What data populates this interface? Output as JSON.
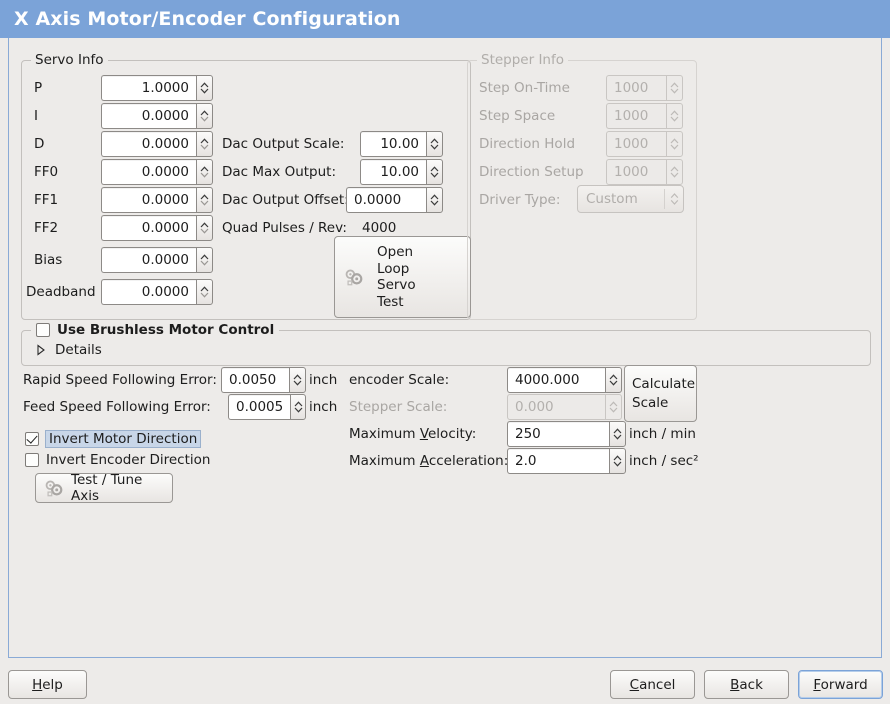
{
  "window": {
    "title": "X Axis Motor/Encoder Configuration",
    "title_bar_color": "#7ba3d8",
    "background_color": "#edebe9"
  },
  "servo_info": {
    "legend": "Servo Info",
    "rows": [
      {
        "label": "P",
        "value": "1.0000"
      },
      {
        "label": "I",
        "value": "0.0000"
      },
      {
        "label": "D",
        "value": "0.0000"
      },
      {
        "label": "FF0",
        "value": "0.0000"
      },
      {
        "label": "FF1",
        "value": "0.0000"
      },
      {
        "label": "FF2",
        "value": "0.0000"
      },
      {
        "label": "Bias",
        "value": "0.0000"
      },
      {
        "label": "Deadband",
        "value": "0.0000"
      }
    ],
    "dac": [
      {
        "label": "Dac Output Scale:",
        "value": "10.00"
      },
      {
        "label": "Dac Max Output:",
        "value": "10.00"
      },
      {
        "label": "Dac Output Offset:",
        "value": "0.0000"
      }
    ],
    "quad_pulses_label": "Quad Pulses / Rev:",
    "quad_pulses_value": "4000",
    "open_loop_button": {
      "line1": "Open",
      "line2": "Loop",
      "line3": "Servo",
      "line4": "Test",
      "icon": "gears-icon"
    }
  },
  "stepper_info": {
    "legend": "Stepper Info",
    "disabled": true,
    "rows": [
      {
        "label": "Step On-Time",
        "value": "1000"
      },
      {
        "label": "Step Space",
        "value": "1000"
      },
      {
        "label": "Direction Hold",
        "value": "1000"
      },
      {
        "label": "Direction Setup",
        "value": "1000"
      }
    ],
    "driver_type_label": "Driver Type:",
    "driver_type_value": "Custom"
  },
  "brushless": {
    "checkbox_label": "Use Brushless Motor Control",
    "checked": false,
    "details_label": "Details",
    "details_expanded": false
  },
  "following_error": {
    "rapid_label": "Rapid Speed Following Error:",
    "rapid_value": "0.0050",
    "rapid_unit": "inch",
    "feed_label": "Feed Speed Following Error:",
    "feed_value": "0.0005",
    "feed_unit": "inch"
  },
  "direction": {
    "invert_motor_label": "Invert Motor Direction",
    "invert_motor_checked": true,
    "invert_encoder_label": "Invert Encoder Direction",
    "invert_encoder_checked": false,
    "test_tune_label": "Test / Tune Axis"
  },
  "scale": {
    "encoder_label": "encoder Scale:",
    "encoder_value": "4000.000",
    "stepper_label": "Stepper Scale:",
    "stepper_value": "0.000",
    "stepper_disabled": true,
    "calculate_line1": "Calculate",
    "calculate_line2": "Scale",
    "max_velocity_label_pre": "Maximum ",
    "max_velocity_label_mn": "V",
    "max_velocity_label_post": "elocity:",
    "max_velocity_value": "250",
    "max_velocity_unit": "inch / min",
    "max_accel_label_pre": "Maximum ",
    "max_accel_label_mn": "A",
    "max_accel_label_post": "cceleration:",
    "max_accel_value": "2.0",
    "max_accel_unit": "inch / sec²"
  },
  "footer": {
    "help_mn": "H",
    "help_rest": "elp",
    "cancel_mn": "C",
    "cancel_rest": "ancel",
    "back_mn": "B",
    "back_rest": "ack",
    "forward_mn": "F",
    "forward_rest": "orward",
    "focused": "forward"
  }
}
